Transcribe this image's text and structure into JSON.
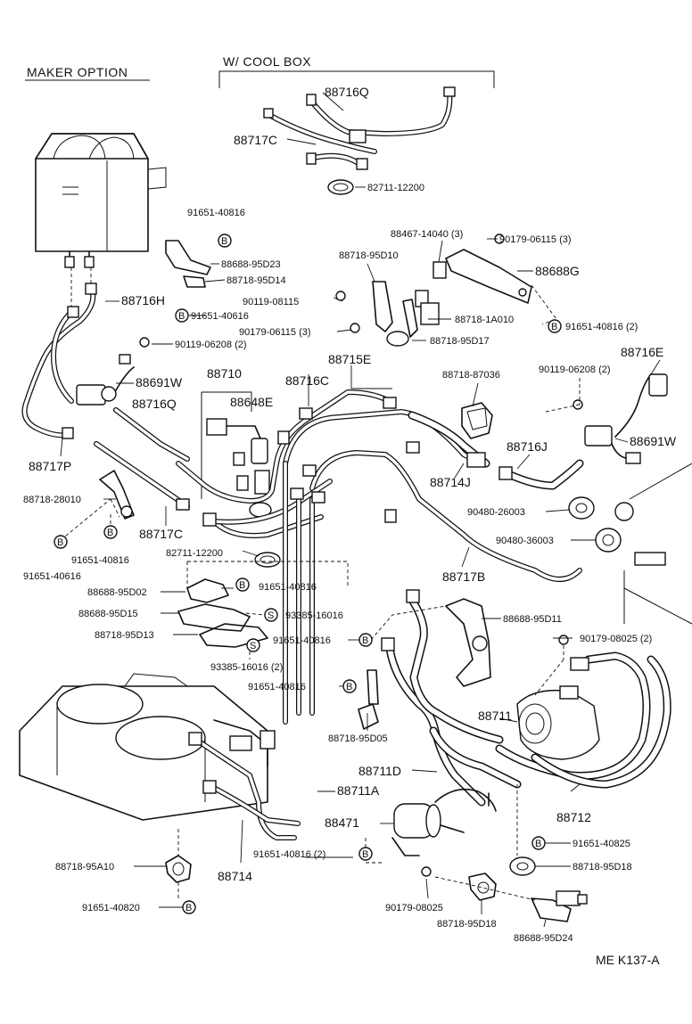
{
  "headers": {
    "maker_option": "MAKER  OPTION",
    "cool_box": "W/ COOL  BOX"
  },
  "footer": {
    "ref": "ME  K137-A"
  },
  "symbols": {
    "bolt": "B",
    "screw": "S"
  },
  "labels": {
    "p88716Q_top": "88716Q",
    "p88717C_top": "88717C",
    "p82711_top": "82711-12200",
    "p91651_40816_a": "91651-40816",
    "p88688_95D23": "88688-95D23",
    "p88718_95D14": "88718-95D14",
    "p91651_40616_a": "91651-40616",
    "p88716H": "88716H",
    "p90119_06208_2a": "90119-06208 (2)",
    "p88691W_left": "88691W",
    "p88710": "88710",
    "p88648E": "88648E",
    "p88716Q_mid": "88716Q",
    "p88716C": "88716C",
    "p88715E": "88715E",
    "p88467": "88467-14040 (3)",
    "p90179_06115_3a": "90179-06115 (3)",
    "p88718_95D10": "88718-95D10",
    "p88688G": "88688G",
    "p90119_08115": "90119-08115",
    "p90179_06115_3b": "90179-06115 (3)",
    "p88718_1A010": "88718-1A010",
    "p91651_40816_2a": "91651-40816 (2)",
    "p88718_95D17": "88718-95D17",
    "p88718_87036": "88718-87036",
    "p90119_06208_2b": "90119-06208 (2)",
    "p88716E": "88716E",
    "p88691W_right": "88691W",
    "p88716J": "88716J",
    "p88714J": "88714J",
    "p88717P": "88717P",
    "p88718_28010": "88718-28010",
    "p88717C_mid": "88717C",
    "p91651_40816_b": "91651-40816",
    "p91651_40616_b": "91651-40616",
    "p82711_mid": "82711-12200",
    "p90480_26003": "90480-26003",
    "p90480_36003": "90480-36003",
    "p88717B": "88717B",
    "p91651_40816_c": "91651-40816",
    "p88688_95D02": "88688-95D02",
    "p88688_95D15": "88688-95D15",
    "p93385_16016": "93385-16016",
    "p88718_95D13": "88718-95D13",
    "p91651_40816_d": "91651-40816",
    "p93385_16016_2": "93385-16016 (2)",
    "p88688_95D11": "88688-95D11",
    "p90179_08025_2": "90179-08025 (2)",
    "p91651_40816_e": "91651-40816",
    "p88718_95D05": "88718-95D05",
    "p88711": "88711",
    "p88711D": "88711D",
    "p88711A": "88711A",
    "p88712": "88712",
    "p88471": "88471",
    "p91651_40816_2b": "91651-40816 (2)",
    "p91651_40825": "91651-40825",
    "p88718_95A10": "88718-95A10",
    "p88714": "88714",
    "p88718_95D18_a": "88718-95D18",
    "p91651_40820": "91651-40820",
    "p90179_08025": "90179-08025",
    "p88718_95D18_b": "88718-95D18",
    "p88688_95D24": "88688-95D24"
  }
}
